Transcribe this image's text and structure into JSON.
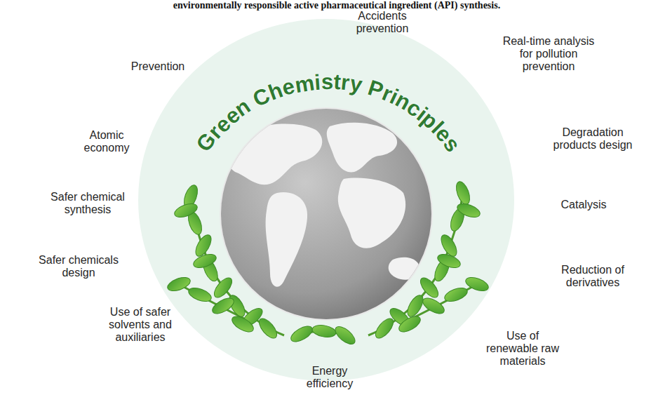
{
  "diagram": {
    "title": "Green Chemistry Principles",
    "caption": "environmentally responsible active pharmaceutical ingredient (API) synthesis.",
    "labels": [
      "Accidents prevention",
      "Prevention",
      "Real-time analysis for pollution prevention",
      "Atomic economy",
      "Degradation products design",
      "Safer chemical synthesis",
      "Catalysis",
      "Safer chemicals design",
      "Reduction of derivatives",
      "Use of safer solvents and auxiliaries",
      "Use of renewable raw materials",
      "Energy efficiency"
    ]
  }
}
